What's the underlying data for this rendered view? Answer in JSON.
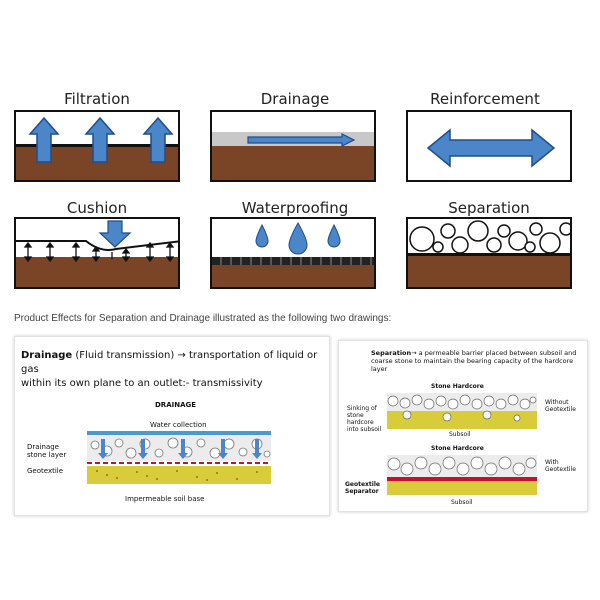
{
  "panels": [
    {
      "title": "Filtration"
    },
    {
      "title": "Drainage"
    },
    {
      "title": "Reinforcement"
    },
    {
      "title": "Cushion"
    },
    {
      "title": "Waterproofing"
    },
    {
      "title": "Separation"
    }
  ],
  "caption": "Product Effects for Separation and Drainage illustrated as the following two drawings:",
  "drainage_box": {
    "heading_bold": "Drainage",
    "heading_rest": " (Fluid transmission) → transportation of liquid or gas",
    "heading_line2": "within its own plane to an outlet:- transmissivity",
    "diagram_title": "DRAINAGE",
    "water_label": "Water collection",
    "stone_label_1": "Drainage",
    "stone_label_2": "stone layer",
    "geo_label": "Geotextile",
    "base_label": "Impermeable soil base"
  },
  "separation_box": {
    "heading_bold": "Separation",
    "heading_rest": "→ a permeable barrier placed between subsoil and",
    "heading_line2": "coarse stone to maintain the bearing capacity of the hardcore",
    "heading_line3": "layer",
    "top_label": "Stone Hardcore",
    "sink_1": "Sinking of",
    "sink_2": "stone",
    "sink_3": "hardcore",
    "sink_4": "into subsoil",
    "without_1": "Without",
    "without_2": "Geotextile",
    "subsoil_1": "Subsoil",
    "bottom_label": "Stone Hardcore",
    "with_1": "With",
    "with_2": "Geotextile",
    "sep_1": "Geotextile",
    "sep_2": "Separator",
    "subsoil_2": "Subsoil"
  },
  "colors": {
    "soil": "#7a4427",
    "arrow_fill": "#4a86c8",
    "arrow_stroke": "#1f4e8c",
    "geotextile_red": "#c8102e",
    "sand_yellow": "#d9cc3a",
    "water_blue": "#4a9ad0"
  }
}
